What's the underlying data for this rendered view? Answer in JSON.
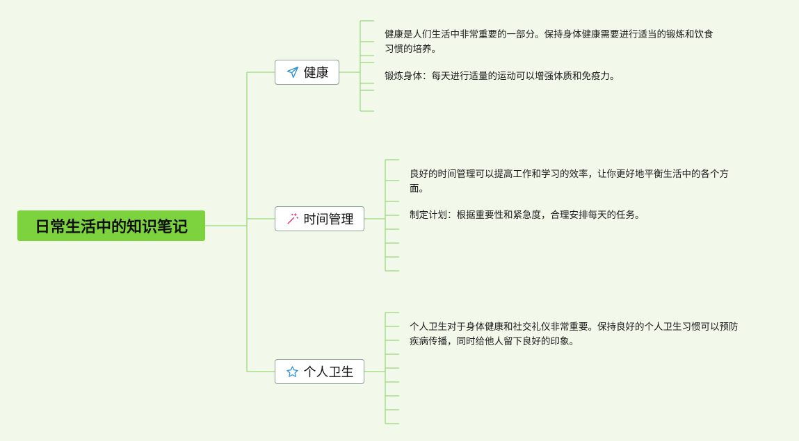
{
  "root": {
    "title": "日常生活中的知识笔记"
  },
  "branches": [
    {
      "label": "健康",
      "icon": "paper-plane-icon",
      "notes": [
        "健康是人们生活中非常重要的一部分。保持身体健康需要进行适当的锻炼和饮食\n习惯的培养。",
        "锻炼身体：每天进行适量的运动可以增强体质和免疫力。"
      ]
    },
    {
      "label": "时间管理",
      "icon": "magic-wand-icon",
      "notes": [
        "良好的时间管理可以提高工作和学习的效率，让你更好地平衡生活中的各个方\n面。",
        "制定计划：根据重要性和紧急度，合理安排每天的任务。"
      ]
    },
    {
      "label": "个人卫生",
      "icon": "star-icon",
      "notes": [
        "个人卫生对于身体健康和社交礼仪非常重要。保持良好的个人卫生习惯可以预防\n疾病传播，同时给他人留下良好的印象。"
      ]
    }
  ],
  "colors": {
    "background": "#f2f9ea",
    "root_fill": "#7cd33e",
    "connector": "#a8dd8a",
    "branch_border": "#8aa090",
    "icon_blue": "#2a8fd6",
    "icon_pink": "#e0357a"
  }
}
